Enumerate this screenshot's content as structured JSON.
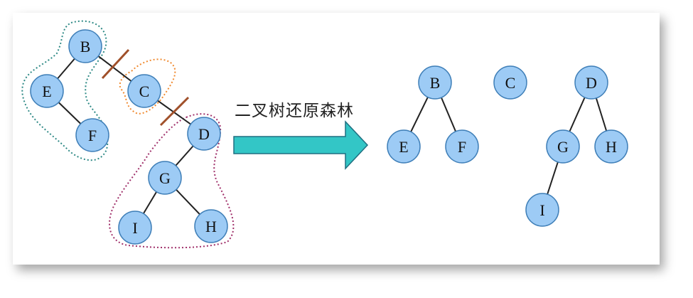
{
  "caption": "二叉树还原森林",
  "colors": {
    "node_fill": "#9dcbf5",
    "node_stroke": "#3f7fb8",
    "edge": "#222222",
    "arrow_fill": "#33c6c6",
    "arrow_stroke": "#1f6f80",
    "cut_mark": "#a0502a",
    "outline_tree1": "#2f8a86",
    "outline_tree2": "#f08a30",
    "outline_tree3": "#a0306a"
  },
  "binary_tree": {
    "nodes": [
      "B",
      "E",
      "F",
      "C",
      "D",
      "G",
      "I",
      "H"
    ],
    "edges": [
      [
        "B",
        "E"
      ],
      [
        "E",
        "F"
      ],
      [
        "B",
        "C"
      ],
      [
        "C",
        "D"
      ],
      [
        "D",
        "G"
      ],
      [
        "G",
        "I"
      ],
      [
        "G",
        "H"
      ]
    ],
    "cut_edges": [
      [
        "B",
        "C"
      ],
      [
        "C",
        "D"
      ]
    ]
  },
  "forest": {
    "nodes": [
      "B",
      "E",
      "F",
      "C",
      "D",
      "G",
      "H",
      "I"
    ],
    "edges": [
      [
        "B",
        "E"
      ],
      [
        "B",
        "F"
      ],
      [
        "D",
        "G"
      ],
      [
        "D",
        "H"
      ],
      [
        "G",
        "I"
      ]
    ]
  }
}
